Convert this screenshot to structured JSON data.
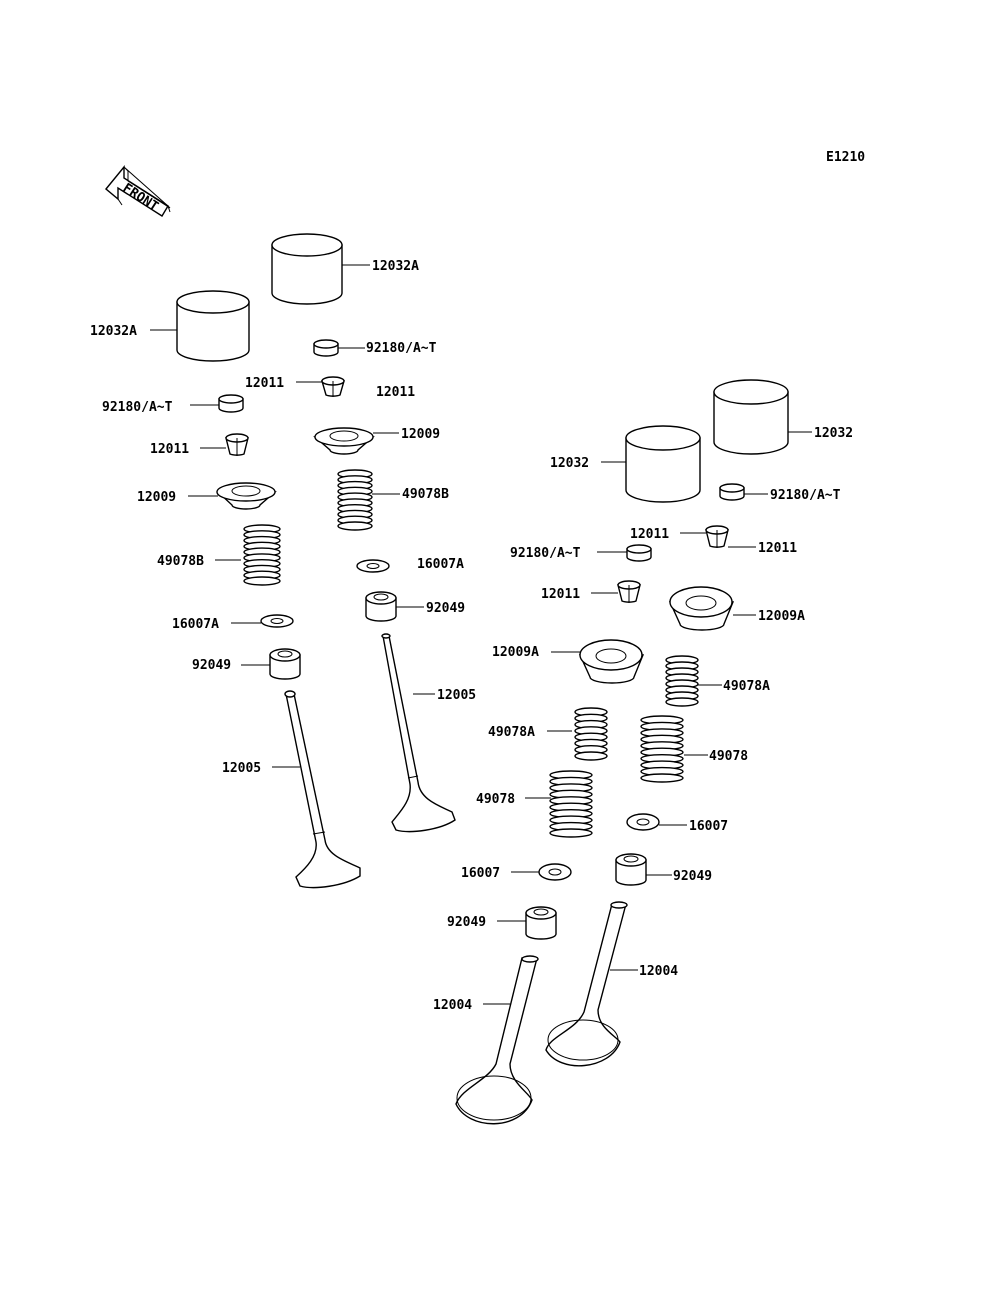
{
  "diagram": {
    "code": "E1210",
    "front_label": "FRONT",
    "labels": [
      {
        "id": "l1",
        "text": "12032A"
      },
      {
        "id": "l2",
        "text": "12032A"
      },
      {
        "id": "l3",
        "text": "92180/A~T"
      },
      {
        "id": "l4",
        "text": "12011"
      },
      {
        "id": "l5",
        "text": "12011"
      },
      {
        "id": "l6",
        "text": "92180/A~T"
      },
      {
        "id": "l7",
        "text": "12009"
      },
      {
        "id": "l8",
        "text": "12011"
      },
      {
        "id": "l9",
        "text": "49078B"
      },
      {
        "id": "l10",
        "text": "12009"
      },
      {
        "id": "l11",
        "text": "49078B"
      },
      {
        "id": "l12",
        "text": "16007A"
      },
      {
        "id": "l13",
        "text": "92049"
      },
      {
        "id": "l14",
        "text": "16007A"
      },
      {
        "id": "l15",
        "text": "92049"
      },
      {
        "id": "l16",
        "text": "12005"
      },
      {
        "id": "l17",
        "text": "12005"
      },
      {
        "id": "l18",
        "text": "12032"
      },
      {
        "id": "l19",
        "text": "12032"
      },
      {
        "id": "l20",
        "text": "92180/A~T"
      },
      {
        "id": "l21",
        "text": "12011"
      },
      {
        "id": "l22",
        "text": "92180/A~T"
      },
      {
        "id": "l23",
        "text": "12011"
      },
      {
        "id": "l24",
        "text": "12011"
      },
      {
        "id": "l25",
        "text": "12009A"
      },
      {
        "id": "l26",
        "text": "12009A"
      },
      {
        "id": "l27",
        "text": "49078A"
      },
      {
        "id": "l28",
        "text": "49078A"
      },
      {
        "id": "l29",
        "text": "49078"
      },
      {
        "id": "l30",
        "text": "49078"
      },
      {
        "id": "l31",
        "text": "16007"
      },
      {
        "id": "l32",
        "text": "16007"
      },
      {
        "id": "l33",
        "text": "92049"
      },
      {
        "id": "l34",
        "text": "92049"
      },
      {
        "id": "l35",
        "text": "12004"
      },
      {
        "id": "l36",
        "text": "12004"
      }
    ]
  }
}
